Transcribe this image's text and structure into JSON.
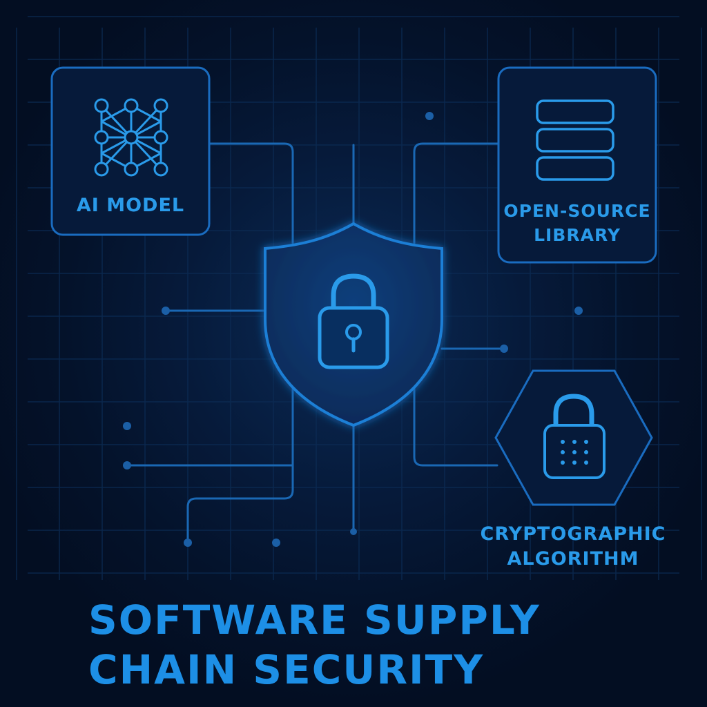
{
  "nodes": {
    "ai_model": {
      "label": "AI MODEL",
      "icon": "neural-network-icon"
    },
    "open_source_library": {
      "line1": "OPEN-SOURCE",
      "line2": "LIBRARY",
      "icon": "database-stack-icon"
    },
    "cryptographic_algorithm": {
      "line1": "CRYPTOGRAPHIC",
      "line2": "ALGORITHM",
      "icon": "keypad-lock-icon"
    },
    "center": {
      "icon": "shield-lock-icon"
    }
  },
  "title": {
    "line1": "SOFTWARE SUPPLY",
    "line2": "CHAIN SECURITY"
  },
  "colors": {
    "background": "#04132b",
    "accent": "#2a9bea",
    "title": "#1d8fe6",
    "grid": "#0c2c55",
    "connector": "#1a68b4"
  }
}
